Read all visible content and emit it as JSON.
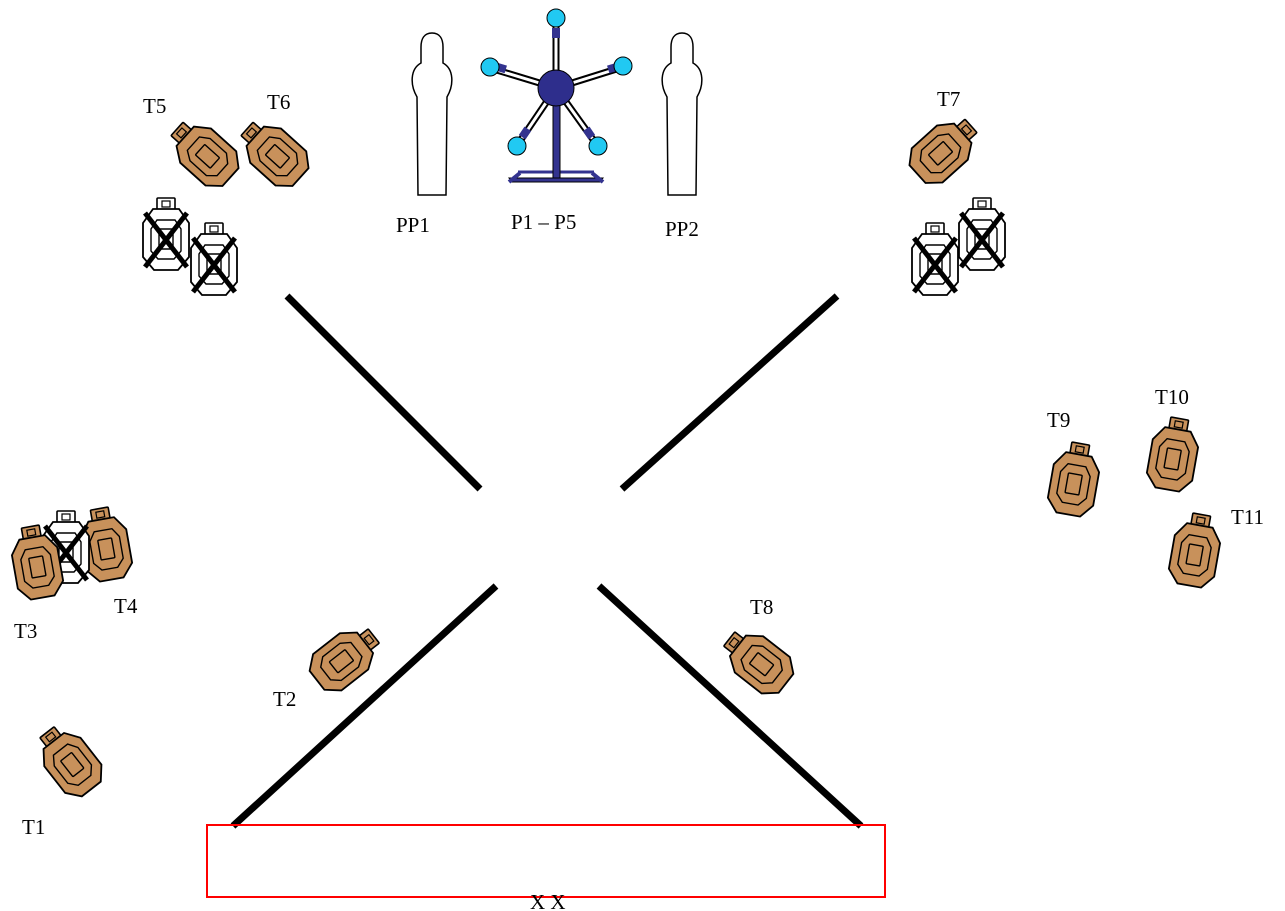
{
  "labels": {
    "t1": "T1",
    "t2": "T2",
    "t3": "T3",
    "t4": "T4",
    "t5": "T5",
    "t6": "T6",
    "t7": "T7",
    "t8": "T8",
    "t9": "T9",
    "t10": "T10",
    "t11": "T11",
    "pp1": "PP1",
    "pp2": "PP2",
    "plates": "P1 – P5",
    "shooting_position": "X X"
  },
  "colors": {
    "target_fill": "#c8915b",
    "no_shoot_fill": "#ffffff",
    "outline": "#000000",
    "wall": "#000000",
    "box": "#ff0000",
    "rack_frame": "#33338f",
    "rack_hub": "#2e2e8c",
    "plate": "#21c9f2"
  },
  "icons": {
    "target": "cardboard-target-icon",
    "no_shoot": "no-shoot-target-icon",
    "popper": "popper-silhouette-icon",
    "plate_rack": "plate-tree-icon"
  }
}
